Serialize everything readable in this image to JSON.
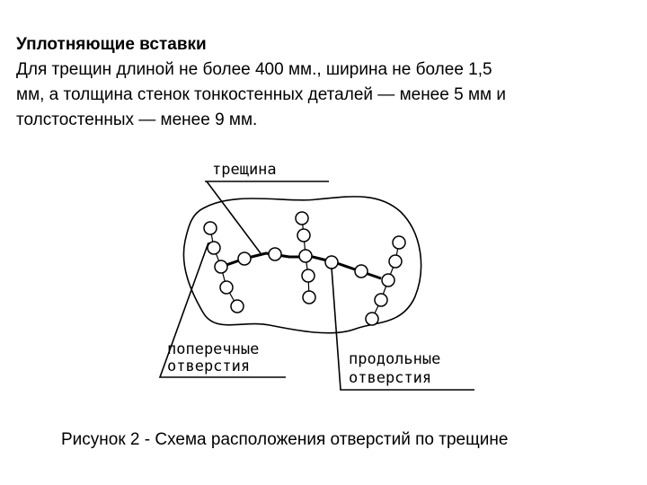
{
  "heading": "Уплотняющие вставки",
  "paragraph_lines": [
    "Для трещин длиной не более 400 мм., ширина не более 1,5",
    "мм, а толщина стенок тонкостенных деталей — менее 5 мм и",
    "толстостенных — менее 9 мм."
  ],
  "figure": {
    "label_crack": "трещина",
    "label_transverse_1": "поперечные",
    "label_transverse_2": "отверстия",
    "label_longitudinal_1": "продольные",
    "label_longitudinal_2": "отверстия"
  },
  "caption": "Рисунок 2 - Схема расположения отверстий по трещине"
}
